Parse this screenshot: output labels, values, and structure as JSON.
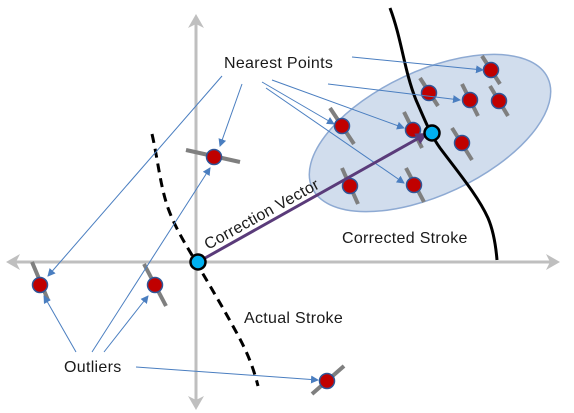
{
  "labels": {
    "nearest_points": "Nearest  Points",
    "correction_vector": "Correction  Vector",
    "corrected_stroke": "Corrected  Stroke",
    "actual_stroke": "Actual Stroke",
    "outliers": "Outliers"
  },
  "colors": {
    "axis": "#bfbfbf",
    "ellipse_fill": "#c9d7ea",
    "ellipse_stroke": "#8eaad3",
    "arrow": "#4a7ec0",
    "point_fill": "#c00000",
    "point_ring": "#2f5597",
    "tick": "#7f7f7f",
    "vector": "#5a3b7a",
    "stroke": "#000000",
    "endpoint": "#00b0f0"
  }
}
